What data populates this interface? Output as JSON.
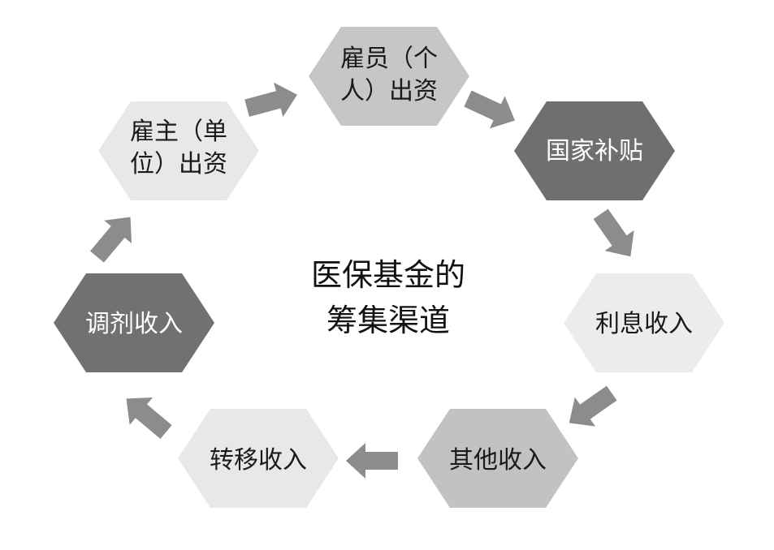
{
  "center_title": {
    "line1": "医保基金的",
    "line2": "筹集渠道"
  },
  "nodes": [
    {
      "line1": "雇主（单",
      "line2": "位）出资",
      "fill": "#e8e8e8",
      "text_color": "#1a1a1a"
    },
    {
      "line1": "雇员（个",
      "line2": "人）出资",
      "fill": "#c6c6c6",
      "text_color": "#1a1a1a"
    },
    {
      "label": "国家补贴",
      "fill": "#6f6f6f",
      "text_color": "#ffffff"
    },
    {
      "label": "利息收入",
      "fill": "#ececec",
      "text_color": "#1a1a1a"
    },
    {
      "label": "其他收入",
      "fill": "#c2c2c2",
      "text_color": "#1a1a1a"
    },
    {
      "label": "转移收入",
      "fill": "#e8e8e8",
      "text_color": "#1a1a1a"
    },
    {
      "label": "调剂收入",
      "fill": "#717171",
      "text_color": "#ffffff"
    }
  ],
  "arrow_color": "#8c8c8c"
}
